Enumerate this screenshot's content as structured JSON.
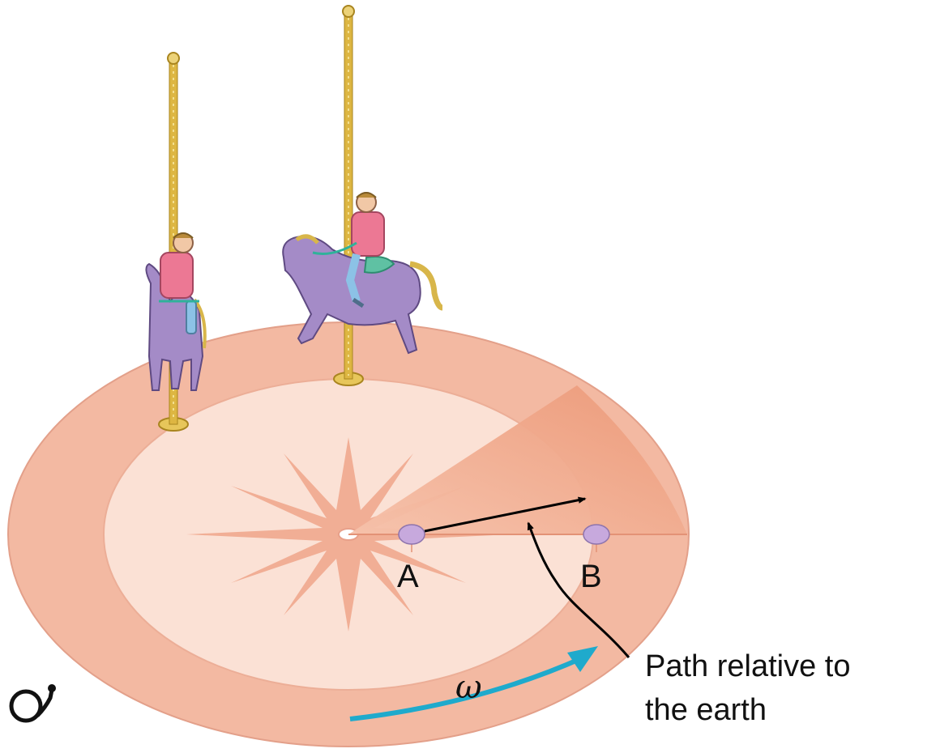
{
  "labels": {
    "point_a": "A",
    "point_b": "B",
    "omega": "ω",
    "caption_line1": "Path relative to",
    "caption_line2": "the earth"
  },
  "colors": {
    "platform_outer": "#f2b7a0",
    "platform_inner": "#fbe0d4",
    "starburst": "#efa88d",
    "sector": "#eea182",
    "disc": "#c7a9dd",
    "pole": "#d9b43c",
    "horse": "#a48bc7",
    "rider_shirt": "#e9708a",
    "rotation_arrow": "#1faacc",
    "arrow": "#000000"
  },
  "icons": [
    "carousel-pole-icon",
    "horse-rider-icon",
    "rotation-arrow-icon",
    "path-arrow-icon"
  ]
}
